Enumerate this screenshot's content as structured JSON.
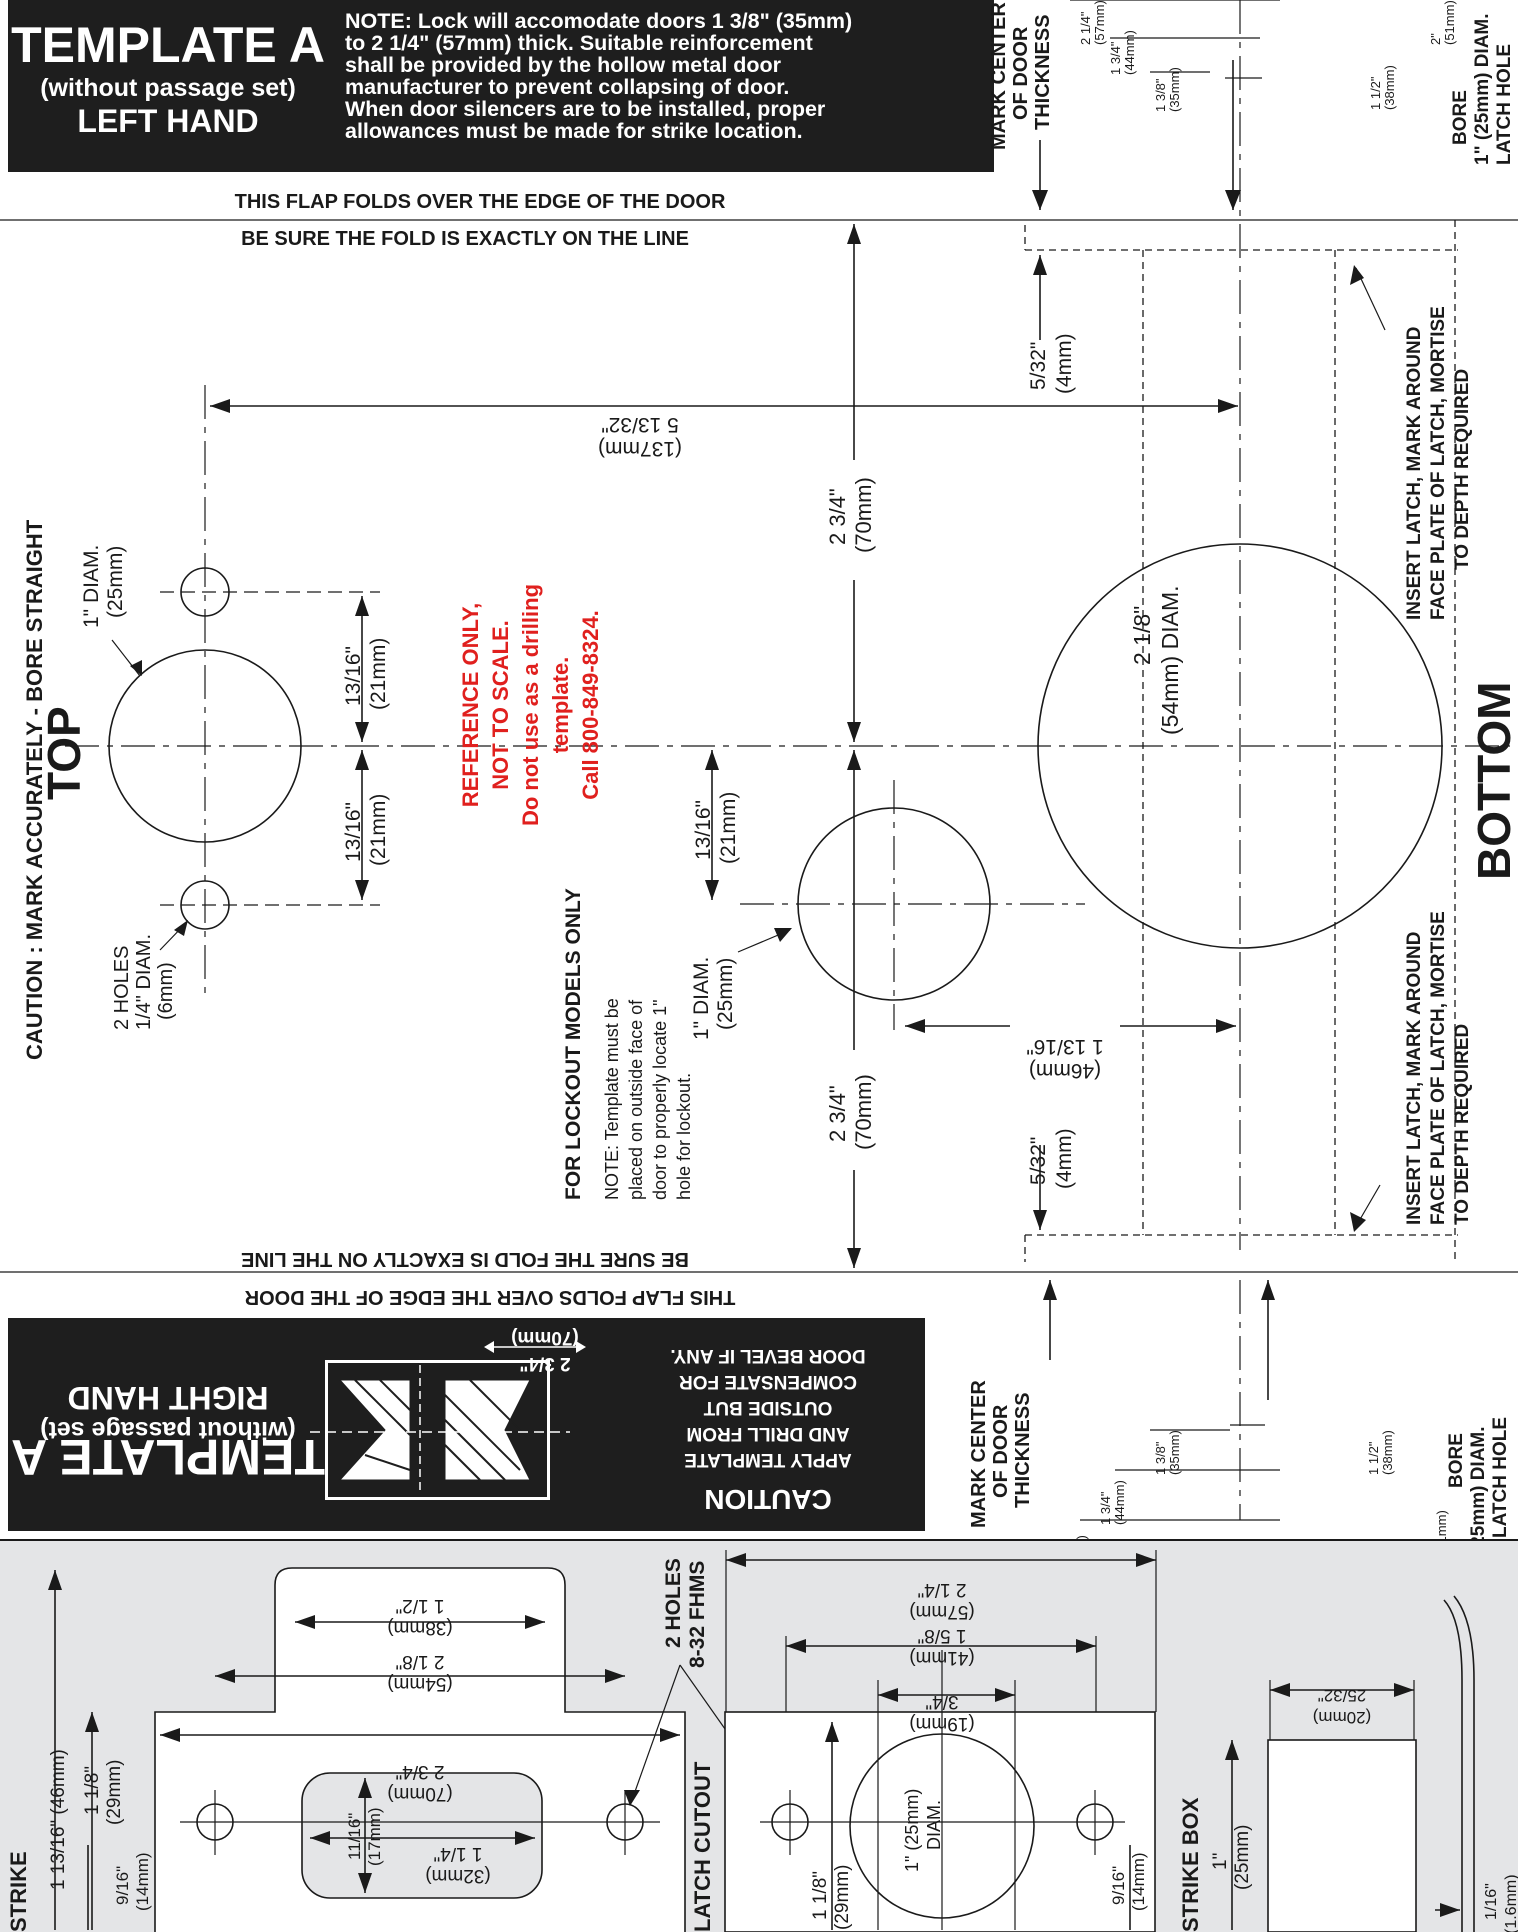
{
  "header": {
    "title": "TEMPLATE A",
    "subtitle": "(without passage set)",
    "hand": "LEFT HAND",
    "note_lines": [
      "NOTE: Lock will accomodate doors 1 3/8\" (35mm)",
      "to 2 1/4\" (57mm) thick. Suitable reinforcement",
      "shall be provided by the hollow metal door",
      "manufacturer to prevent collapsing of door.",
      "When door silencers are to be installed, proper",
      "allowances must be made for strike location."
    ]
  },
  "fold": {
    "top_flap": "THIS FLAP FOLDS OVER THE EDGE OF THE DOOR",
    "top_sure": "BE SURE THE FOLD IS EXACTLY ON THE LINE",
    "bottom_sure": "BE SURE THE FOLD IS EXACTLY ON THE LINE",
    "bottom_flap": "THIS FLAP FOLDS OVER THE EDGE OF THE DOOR"
  },
  "caution_side": "CAUTION : MARK ACCURATELY - BORE STRAIGHT",
  "top_label": "TOP",
  "bottom_label": "BOTTOM",
  "reference": {
    "lines": [
      "REFERENCE ONLY,",
      "NOT TO SCALE.",
      "Do not use as a drilling",
      "template.",
      "Call 800-849-8324."
    ]
  },
  "lockout": {
    "heading": "FOR LOCKOUT MODELS ONLY",
    "note_lines": [
      "NOTE: Template must be",
      "placed on outside face of",
      "door to properly locate 1\"",
      "hole for lockout."
    ]
  },
  "dims": {
    "one_diam": "1\" DIAM.",
    "one_diam_mm": "(25mm)",
    "two_holes": "2 HOLES",
    "two_holes_size": "1/4\" DIAM.",
    "two_holes_mm": "(6mm)",
    "d13_16": "13/16\"",
    "d13_16_mm": "(21mm)",
    "d5_13_32": "5 13/32\"",
    "d5_13_32_mm": "(137mm)",
    "d2_3_4": "2 3/4\"",
    "d2_3_4_mm": "(70mm)",
    "d2_1_8": "2 1/8\"",
    "d2_1_8_diam": "(54mm) DIAM.",
    "d5_32": "5/32\"",
    "d5_32_mm": "(4mm)",
    "d1_13_16": "1 13/16\"",
    "d1_13_16_mm": "(46mm)",
    "lockout_diam": "1\" DIAM.",
    "lockout_mm": "(25mm)"
  },
  "insert_latch": [
    "INSERT LATCH, MARK AROUND",
    "FACE PLATE OF LATCH, MORTISE",
    "TO DEPTH REQUIRED"
  ],
  "thickness": {
    "mark_center": [
      "MARK CENTER",
      "OF DOOR",
      "THICKNESS"
    ],
    "t214": "2 1/4\"",
    "t214mm": "(57mm)",
    "t134": "1 3/4\"",
    "t134mm": "(44mm)",
    "t138": "1 3/8\"",
    "t138mm": "(35mm)",
    "t112": "1 1/2\"",
    "t112mm": "(38mm)",
    "t2": "2\"",
    "t2mm": "(51mm)",
    "bore": [
      "BORE",
      "1\" (25mm) DIAM.",
      "LATCH HOLE"
    ]
  },
  "footer_flipped": {
    "title": "TEMPLATE A",
    "subtitle": "(without passage set)",
    "hand": "RIGHT HAND",
    "dim": "2 3/4\"",
    "dim_mm": "(70mm)",
    "caution_lines": [
      "CAUTION",
      "APPLY TEMPLATE",
      "AND DRILL FROM",
      "OUTSIDE BUT",
      "COMPENSATE FOR",
      "DOOR BEVEL IF ANY."
    ]
  },
  "bottom": {
    "strike_label": "STRIKE",
    "s1_13_16": "1 13/16\" (46mm)",
    "s1_1_8": "1 1/8\"",
    "s1_1_8_mm": "(29mm)",
    "s9_16": "9/16\"",
    "s9_16_mm": "(14mm)",
    "sp1_1_2": "1 1/2\"",
    "sp1_1_2_mm": "(38mm)",
    "sp2_1_8": "2 1/8\"",
    "sp2_1_8_mm": "(54mm)",
    "sp2_3_4": "2 3/4\"",
    "sp2_3_4_mm": "(70mm)",
    "sp1_1_4": "1 1/4\"",
    "sp1_1_4_mm": "(32mm)",
    "sp11_16": "11/16\"",
    "sp11_16_mm": "(17mm)",
    "two_holes": "2 HOLES",
    "fhms": "8-32 FHMS",
    "latch_label": "LATCH CUTOUT",
    "lc2_1_4": "2 1/4\"",
    "lc2_1_4_mm": "(57mm)",
    "lc1_5_8": "1 5/8\"",
    "lc1_5_8_mm": "(41mm)",
    "lc3_4": "3/4\"",
    "lc3_4_mm": "(19mm)",
    "lc1_diam": "1\" (25mm)",
    "lc1_diam2": "DIAM.",
    "lc1_1_8": "1 1/8\"",
    "lc1_1_8_mm": "(29mm)",
    "lc9_16": "9/16\"",
    "lc9_16_mm": "(14mm)",
    "box_label": "STRIKE BOX",
    "sb1": "1\"",
    "sb1_mm": "(25mm)",
    "sb25_32": "25/32\"",
    "sb25_32_mm": "(20mm)",
    "sb1_16": "1/16\"",
    "sb1_16_mm": "(1.6mm)"
  }
}
